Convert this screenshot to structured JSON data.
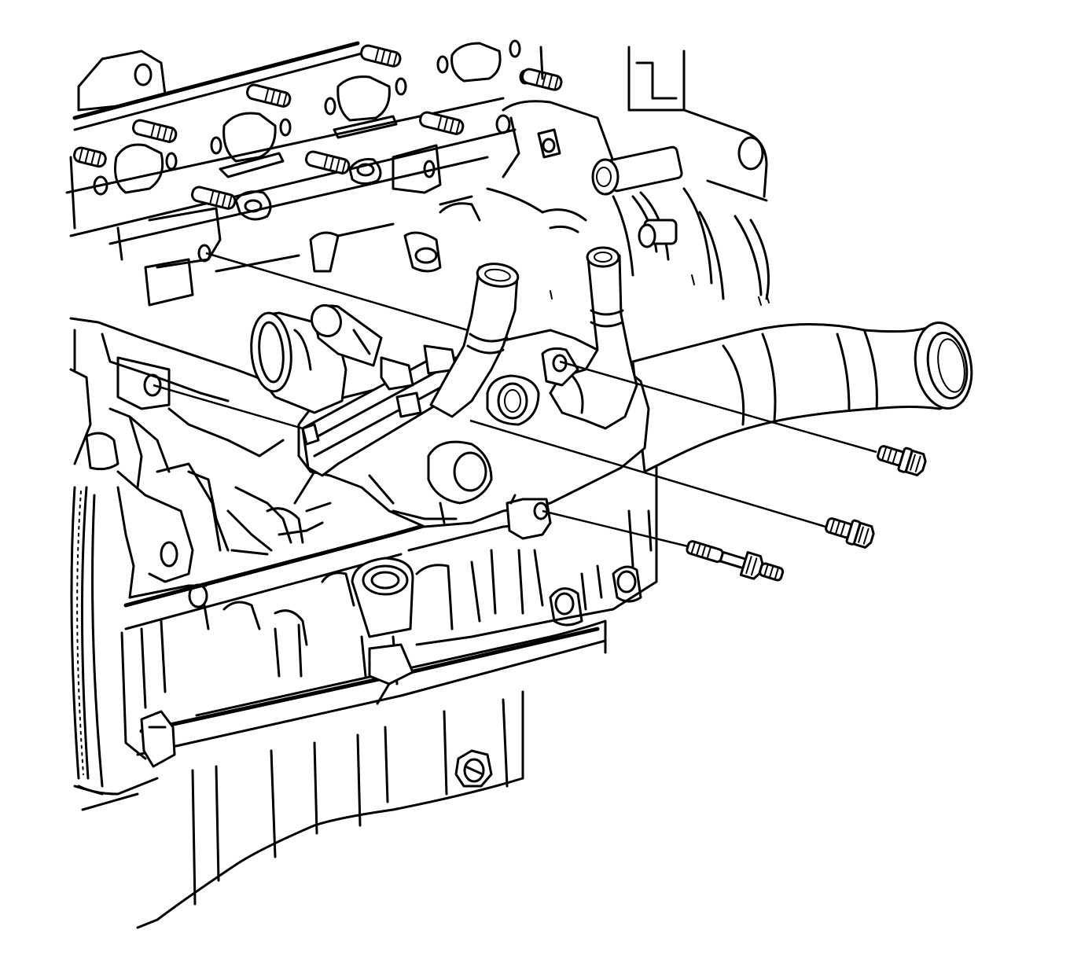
{
  "diagram": {
    "colors": {
      "line": "#000000",
      "background": "#ffffff"
    },
    "components": [
      {
        "name": "cylinder-head"
      },
      {
        "name": "exhaust-manifold-studs"
      },
      {
        "name": "engine-block"
      },
      {
        "name": "oil-pan"
      },
      {
        "name": "flywheel-ring-gear"
      },
      {
        "name": "thermostat-housing"
      },
      {
        "name": "coolant-outlet-pipe"
      },
      {
        "name": "heater-hose-fittings"
      },
      {
        "name": "housing-bolt-upper"
      },
      {
        "name": "housing-bolt-middle"
      },
      {
        "name": "housing-stud-lower"
      }
    ]
  }
}
